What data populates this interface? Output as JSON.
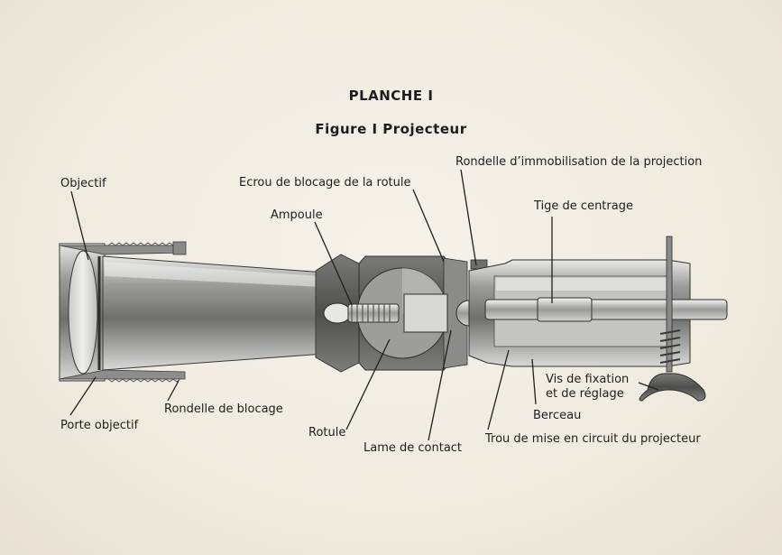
{
  "header": {
    "title": "PLANCHE I",
    "subtitle": "Figure I Projecteur"
  },
  "labels": {
    "objectif": "Objectif",
    "ecrou": "Ecrou de blocage de la rotule",
    "rondelle_immobilisation": "Rondelle d’immobilisation de la projection",
    "ampoule": "Ampoule",
    "tige": "Tige de centrage",
    "vis_line1": "Vis de fixation",
    "vis_line2": "et de réglage",
    "porte_objectif": "Porte objectif",
    "rondelle_blocage": "Rondelle de blocage",
    "rotule": "Rotule",
    "lame": "Lame de contact",
    "berceau": "Berceau",
    "trou": "Trou de mise en circuit du projecteur"
  }
}
